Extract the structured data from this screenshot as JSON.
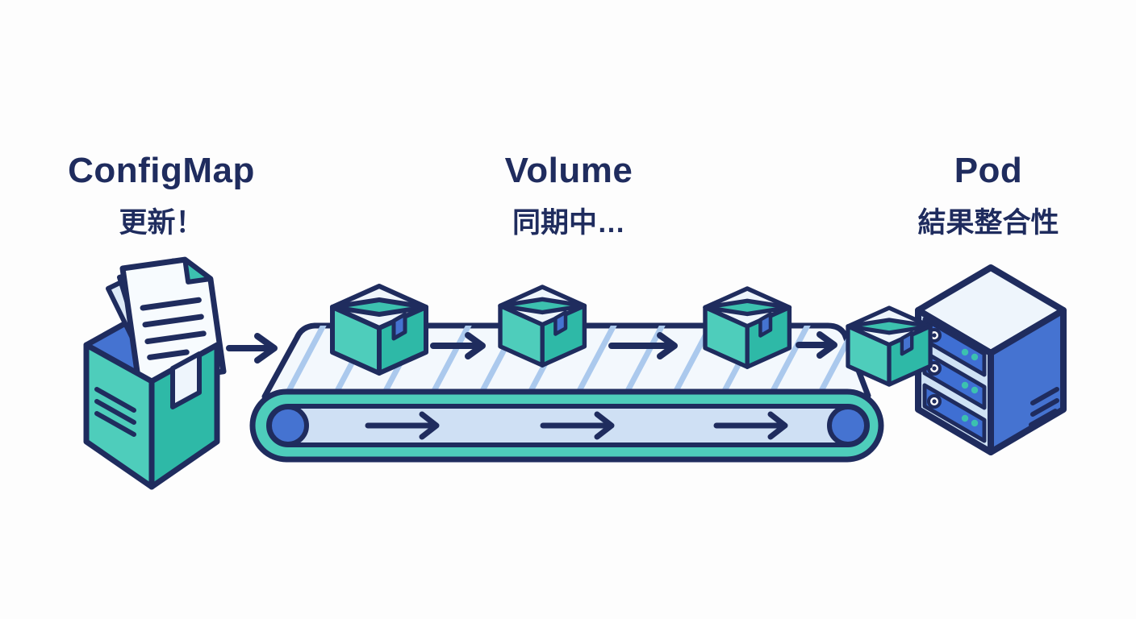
{
  "labels": {
    "configmap": {
      "title": "ConfigMap",
      "subtitle": "更新！"
    },
    "volume": {
      "title": "Volume",
      "subtitle": "同期中…"
    },
    "pod": {
      "title": "Pod",
      "subtitle": "結果整合性"
    }
  },
  "icons": {
    "configmap": "open-box-with-documents-icon",
    "flow_arrow": "right-arrow-icon",
    "conveyor": "conveyor-belt-icon",
    "package": "package-box-icon",
    "pod": "server-rack-icon"
  },
  "colors": {
    "navy": "#1f2c5e",
    "teal": "#3cc1af",
    "teal-light": "#4ecdbb",
    "teal-dark": "#2eb9a7",
    "blue": "#4573d1",
    "blue-mid": "#3f6fd3",
    "face-light": "#cfe2f5",
    "deck": "#f3f8fd",
    "stripe": "#abc9ed",
    "band-inner": "#cfe0f4",
    "paper": "#f7fbfe",
    "paper-back": "#dde9f7",
    "top-light": "#eef5fc",
    "background": "#fdfdfd"
  }
}
